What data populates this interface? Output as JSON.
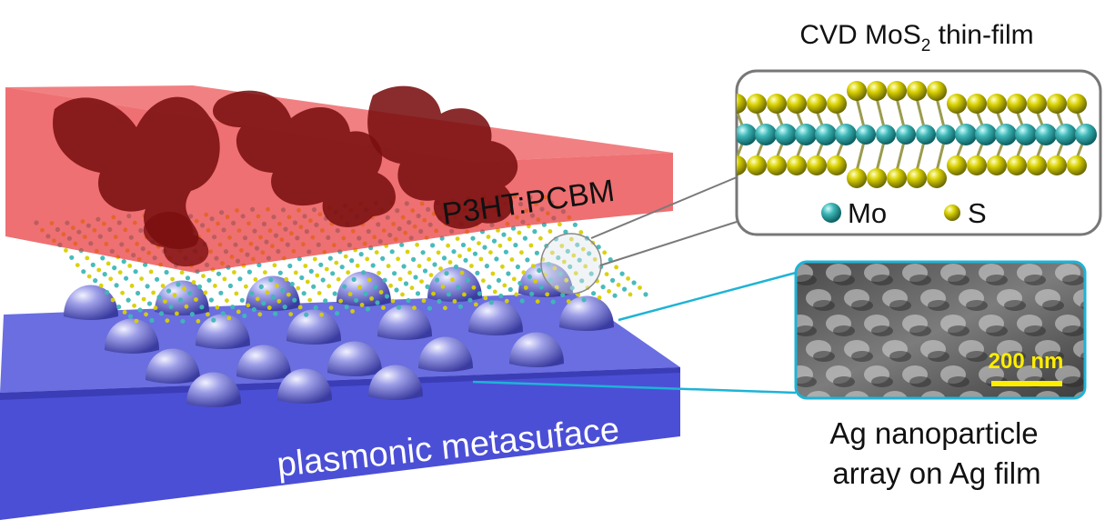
{
  "labels": {
    "active_layer": "P3HT:PCBM",
    "substrate": "plasmonic metasuface",
    "mos2_title_prefix": "CVD MoS",
    "mos2_title_sub": "2",
    "mos2_title_suffix": " thin-film",
    "legend_mo": "Mo",
    "legend_s": "S",
    "scale_bar": "200 nm",
    "ag_caption_line1": "Ag nanoparticle",
    "ag_caption_line2": "array on Ag film"
  },
  "colors": {
    "polymer_box": "#e8393c",
    "polymer_blobs": "#7a0f10",
    "substrate": "#4b4fd6",
    "substrate_side": "#3436a8",
    "dome": "#7f80d8",
    "mo_atom": "#3fb7b7",
    "s_atom": "#d8d000",
    "callout_line": "#1fb3d6",
    "scale_bar": "#ffee00"
  }
}
